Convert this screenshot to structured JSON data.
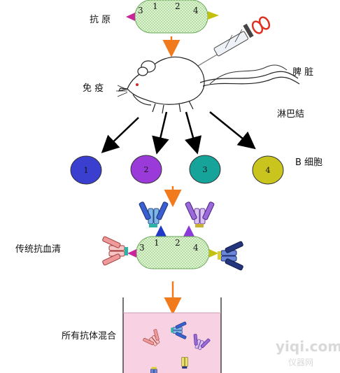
{
  "labels": {
    "antigen": "抗 原",
    "immunize": "免 疫",
    "spleen": "脾 脏",
    "lymph": "淋巴結",
    "b_cells": "B 细胞",
    "serum": "传统抗血清",
    "mixture": "所有抗体混合"
  },
  "epitope_numbers": [
    "3",
    "1",
    "2",
    "4"
  ],
  "cells": [
    {
      "label": "1",
      "color": "#3a3fd0"
    },
    {
      "label": "2",
      "color": "#9a3ad8"
    },
    {
      "label": "3",
      "color": "#16a39a"
    },
    {
      "label": "4",
      "color": "#c9c41e"
    }
  ],
  "colors": {
    "antigen_fill": "#d4f0c6",
    "orange_arrow": "#f07a1c",
    "tube_fill": "#f8d2e2"
  },
  "watermark": {
    "main": "yiqi.com",
    "sub": "仪器网"
  }
}
